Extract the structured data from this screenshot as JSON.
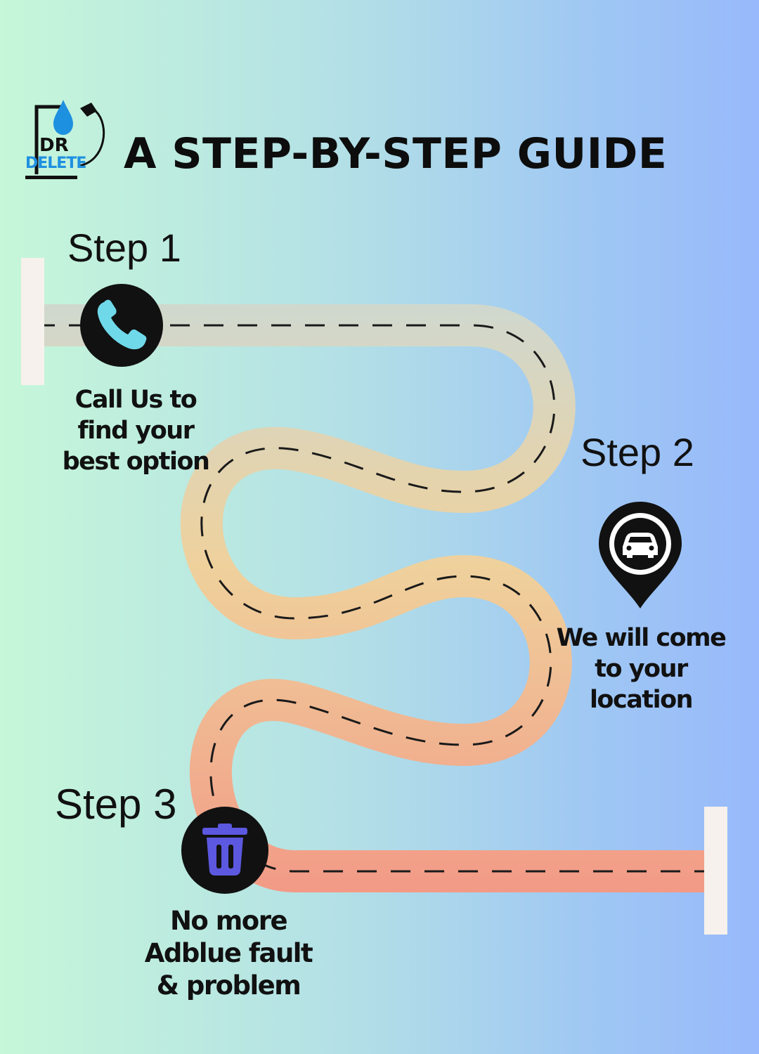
{
  "logo": {
    "line1": "DR",
    "line2": "DELETE"
  },
  "title": "A STEP-BY-STEP GUIDE",
  "steps": [
    {
      "label": "Step 1",
      "icon": "phone-icon",
      "description": "Call Us to find your best option"
    },
    {
      "label": "Step 2",
      "icon": "car-location-pin-icon",
      "description": "We will come to your location"
    },
    {
      "label": "Step 3",
      "icon": "trash-icon",
      "description": "No more Adblue fault & problem"
    }
  ],
  "colors": {
    "background_left": "#c6f7d9",
    "background_right": "#98b9fb",
    "road_start": "#cfd8cf",
    "road_mid": "#efd19c",
    "road_end": "#f29a86",
    "icon_circle": "#111111",
    "phone_icon": "#6fd9ea",
    "trash_icon": "#5c58e0",
    "logo_blue": "#1e90e0"
  }
}
